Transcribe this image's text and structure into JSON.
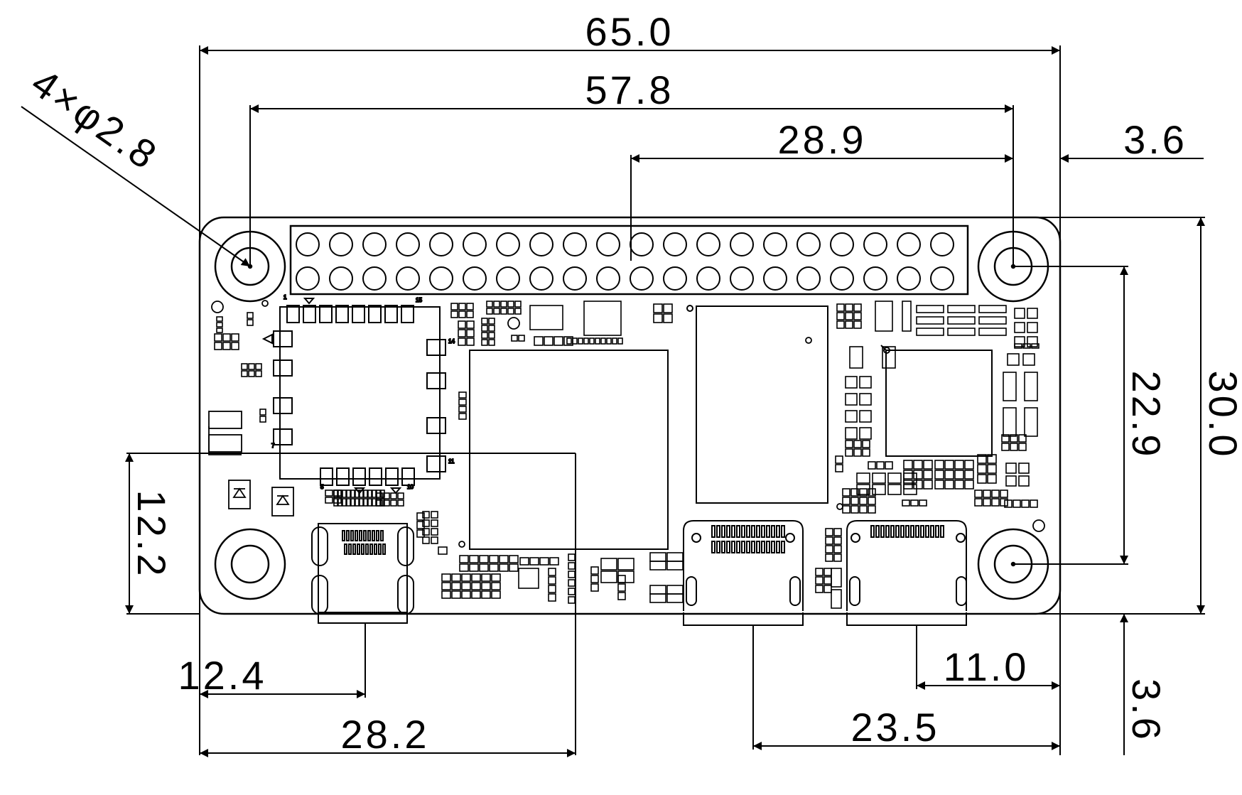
{
  "dimensions": {
    "overall_width": "65.0",
    "hole_pitch_x": "57.8",
    "header_center_offset": "28.9",
    "hole_edge_offset_top": "3.6",
    "hole_pitch_y": "22.9",
    "overall_height": "30.0",
    "hole_edge_offset_bottom": "3.6",
    "mini_hdmi_center_height": "12.2",
    "mini_hdmi_center_x": "12.4",
    "cpu_center_x": "28.2",
    "usb_pitch": "11.0",
    "usb_center_offset": "23.5"
  },
  "hole_callout": "4×φ2.8",
  "silkscreen": {
    "cam_pin_1": "1",
    "cam_pin_2": "15",
    "cam_pin_3": "14",
    "cam_pin_4": "11",
    "cam_pin_5": "10",
    "cam_pin_6": "5",
    "cam_pin_7": "7"
  }
}
